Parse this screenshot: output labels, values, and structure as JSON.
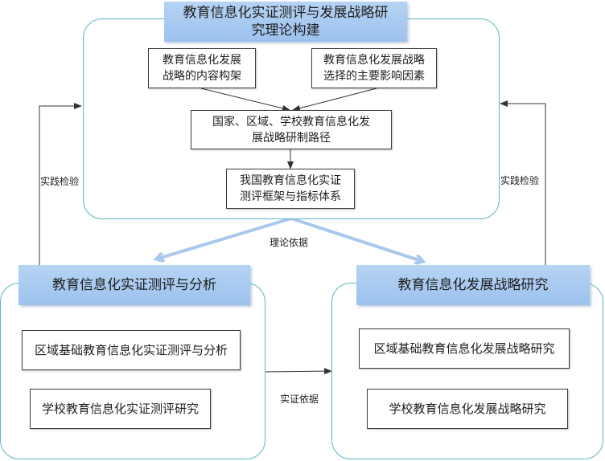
{
  "diagram": {
    "top_panel": {
      "title_line1": "教育信息化实证测评与发展战略研",
      "title_line2": "究理论构建",
      "nodes": {
        "content_framework": {
          "line1": "教育信息化发展",
          "line2": "战略的内容构架"
        },
        "influence_factors": {
          "line1": "教育信息化发展战略",
          "line2": "选择的主要影响因素"
        },
        "formulation_path": {
          "line1": "国家、区域、学校教育信息化发",
          "line2": "展战略研制路径"
        },
        "evaluation_framework": {
          "line1": "我国教育信息化实证",
          "line2": "测评框架与指标体系"
        }
      }
    },
    "left_panel": {
      "title": "教育信息化实证测评与分析",
      "items": [
        "区域基础教育信息化实证测评与分析",
        "学校教育信息化实证测评研究"
      ]
    },
    "right_panel": {
      "title": "教育信息化发展战略研究",
      "items": [
        "区域基础教育信息化发展战略研究",
        "学校教育信息化发展战略研究"
      ]
    },
    "edge_labels": {
      "theory_basis": "理论依据",
      "empirical_basis": "实证依据",
      "practice_check_left": "实践检验",
      "practice_check_right": "实践检验"
    },
    "colors": {
      "panel_border": "#5bb6c9",
      "header_fill": "#9cc2ee",
      "theory_arrow": "#a9c8ee",
      "connector": "#333333"
    }
  }
}
